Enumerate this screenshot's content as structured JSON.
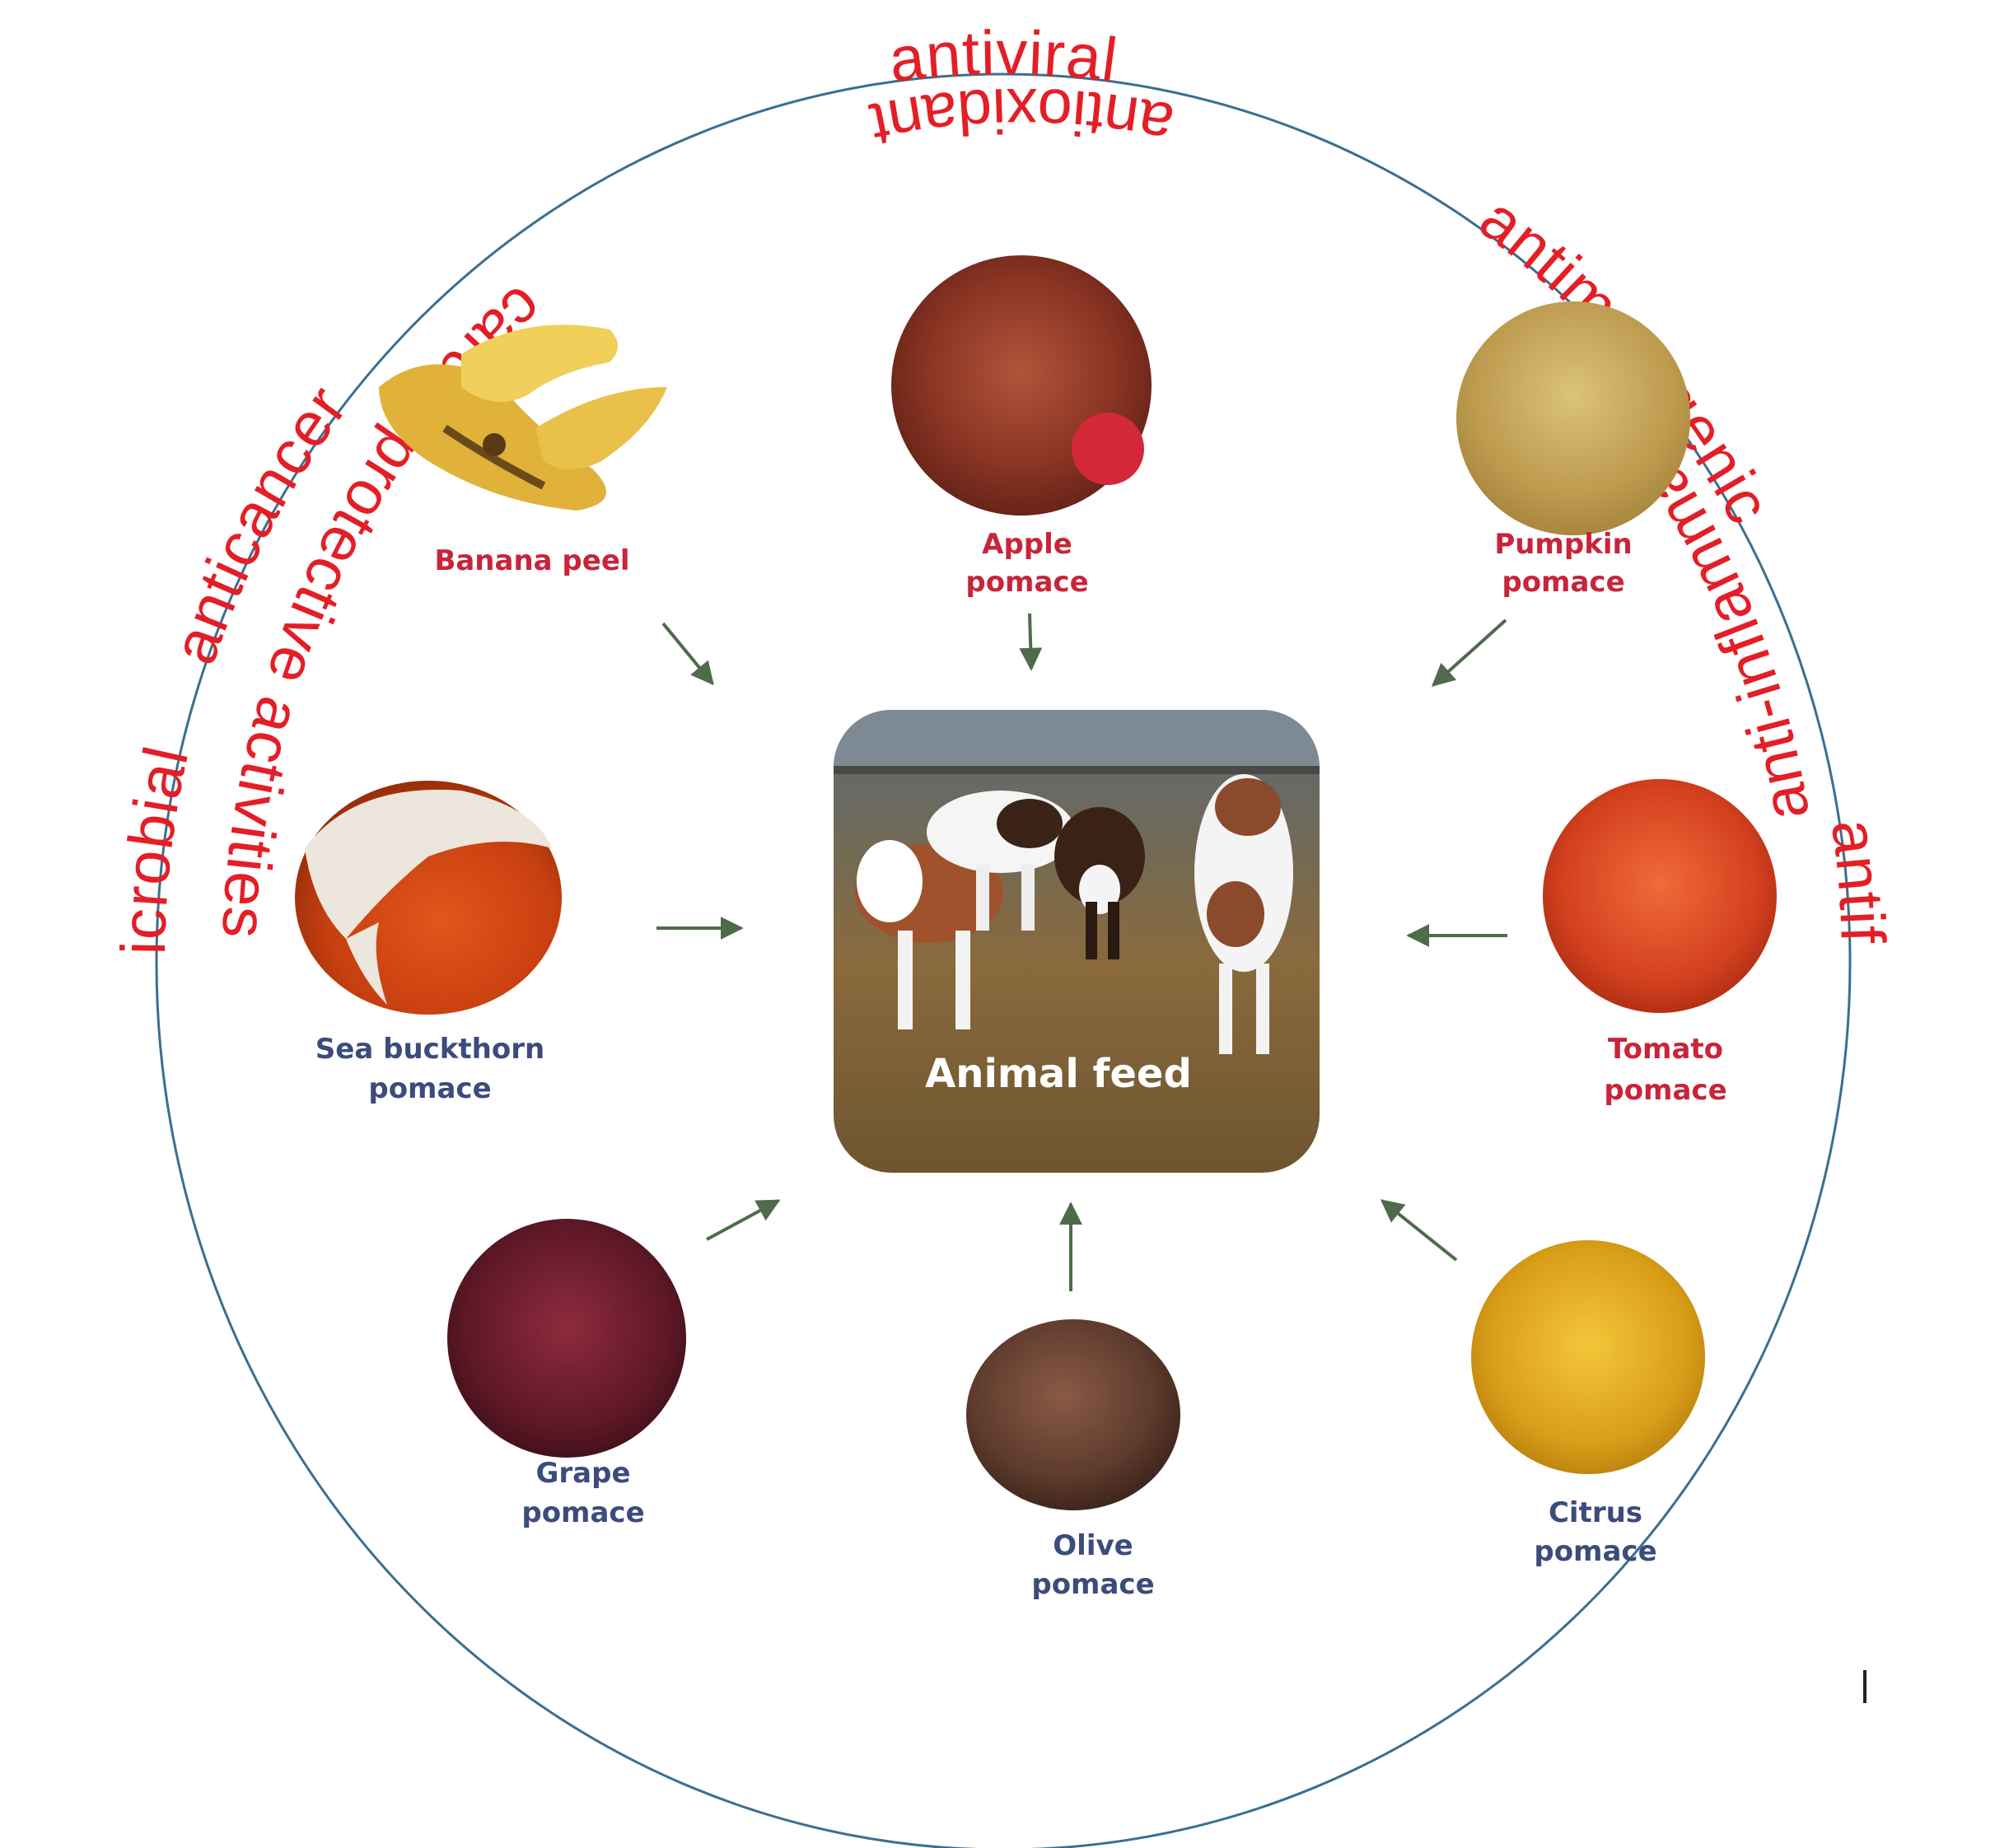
{
  "center": {
    "label": "Animal feed"
  },
  "activities": {
    "antiviral": "antiviral",
    "antimutagenic": "antimutagenic",
    "antifungal": "antifungal",
    "anti_inflammatory": "anti-inflammatory",
    "antioxidant": "antioxidant",
    "cardio": "cardio protective activities",
    "antimicrobial": "Antimicrobial",
    "anticancer": "anticancer"
  },
  "sources": {
    "banana": {
      "line1": "Banana peel"
    },
    "apple": {
      "line1": "Apple",
      "line2": "pomace"
    },
    "pumpkin": {
      "line1": "Pumpkin",
      "line2": "pomace"
    },
    "tomato": {
      "line1": "Tomato",
      "line2": "pomace"
    },
    "citrus": {
      "line1": "Citrus",
      "line2": "pomace"
    },
    "olive": {
      "line1": "Olive",
      "line2": "pomace"
    },
    "grape": {
      "line1": "Grape",
      "line2": "pomace"
    },
    "seabuckthorn": {
      "line1": "Sea buckthorn",
      "line2": "pomace"
    }
  },
  "colors": {
    "activity_text": "#e41e26",
    "label_red": "#c8243a",
    "label_blue": "#3b4c7c",
    "ring": "#3a6f8f",
    "arrow": "#4e6b4a"
  }
}
